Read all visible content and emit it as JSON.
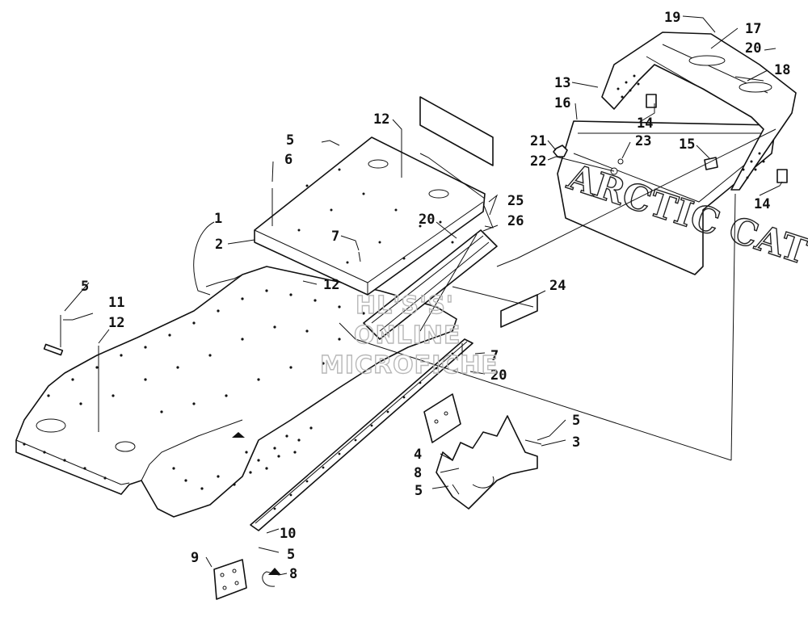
{
  "diagram": {
    "callouts": {
      "c1": "1",
      "c2": "2",
      "c3": "3",
      "c4": "4",
      "c5a": "5",
      "c5b": "5",
      "c5c": "5",
      "c5d": "5",
      "c5e": "5",
      "c6": "6",
      "c7a": "7",
      "c7b": "7",
      "c8a": "8",
      "c8b": "8",
      "c9": "9",
      "c10": "10",
      "c11": "11",
      "c12a": "12",
      "c12b": "12",
      "c12c": "12",
      "c13": "13",
      "c14a": "14",
      "c14b": "14",
      "c15": "15",
      "c16": "16",
      "c17": "17",
      "c18": "18",
      "c19": "19",
      "c20a": "20",
      "c20b": "20",
      "c20c": "20",
      "c21": "21",
      "c22": "22",
      "c23": "23",
      "c24": "24",
      "c25": "25",
      "c26": "26"
    },
    "flap_lettering": "ARCTIC CAT",
    "watermark": {
      "line1": "HL'S'S'",
      "line2": "ONLINE",
      "line3": "MICROFICHE"
    }
  }
}
